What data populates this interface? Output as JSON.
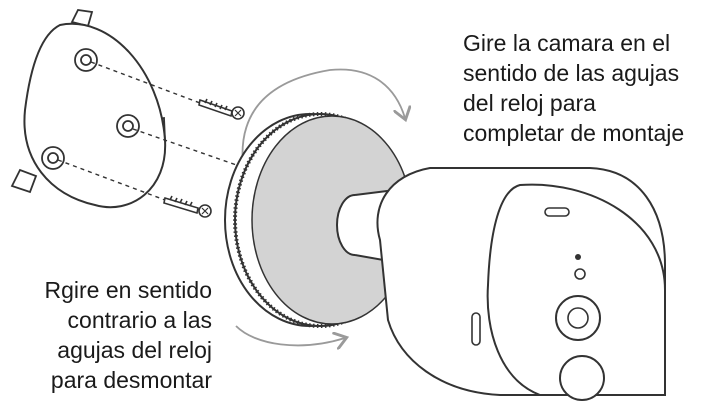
{
  "captions": {
    "mount": [
      "Gire la camara en el",
      "sentido de las agujas",
      "del reloj para",
      "completar de montaje"
    ],
    "unmount": [
      "Rgire en sentido",
      "contrario a las",
      "agujas del reloj",
      "para desmontar"
    ]
  },
  "colors": {
    "line": "#333333",
    "arrow": "#9a9a9a",
    "plate": "#d3d3d3",
    "text": "#1a1a1a"
  },
  "icons": {
    "clockwise_arrow": "rotate-clockwise-arrow",
    "counterclockwise_arrow": "rotate-counterclockwise-arrow",
    "screw": "screw-icon"
  }
}
